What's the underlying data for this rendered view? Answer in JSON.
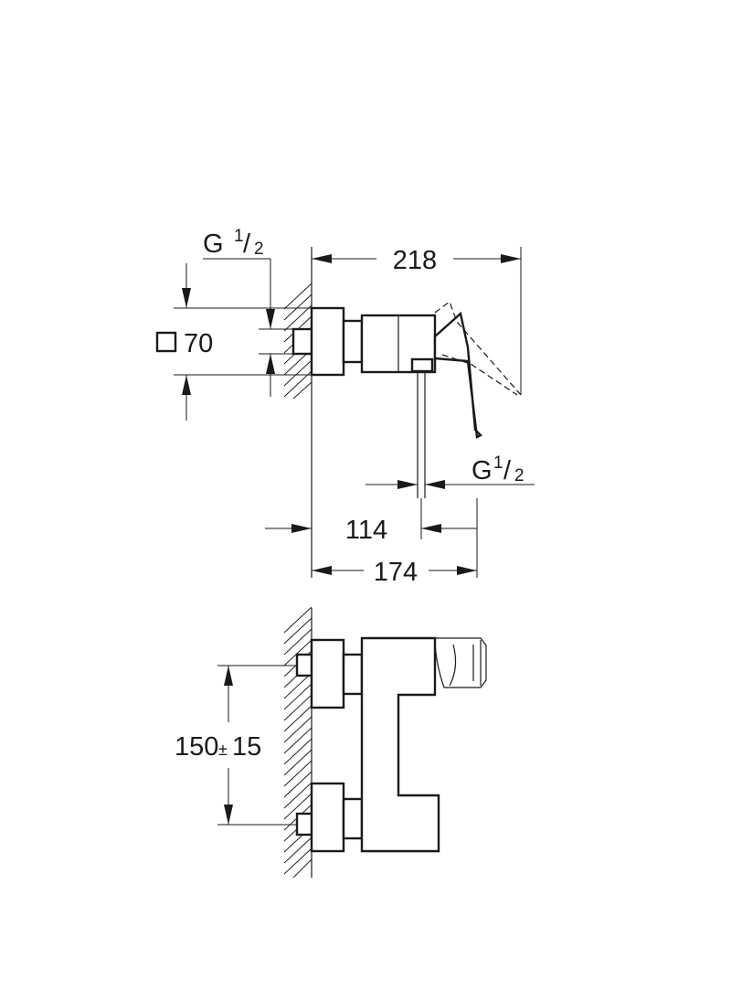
{
  "dimensions": {
    "overall_depth": "218",
    "projection": "174",
    "center_offset": "114",
    "outlet_square": "70",
    "inlet_thread": {
      "prefix": "G ",
      "num": "1",
      "slash": "/",
      "den": "2"
    },
    "outlet_thread": {
      "prefix": "G ",
      "num": "1",
      "slash": "/",
      "den": "2"
    },
    "center_distance": {
      "base": "150",
      "pm": "±",
      "tol": "15"
    }
  },
  "colors": {
    "line": "#1a1a1a",
    "background": "#ffffff"
  }
}
